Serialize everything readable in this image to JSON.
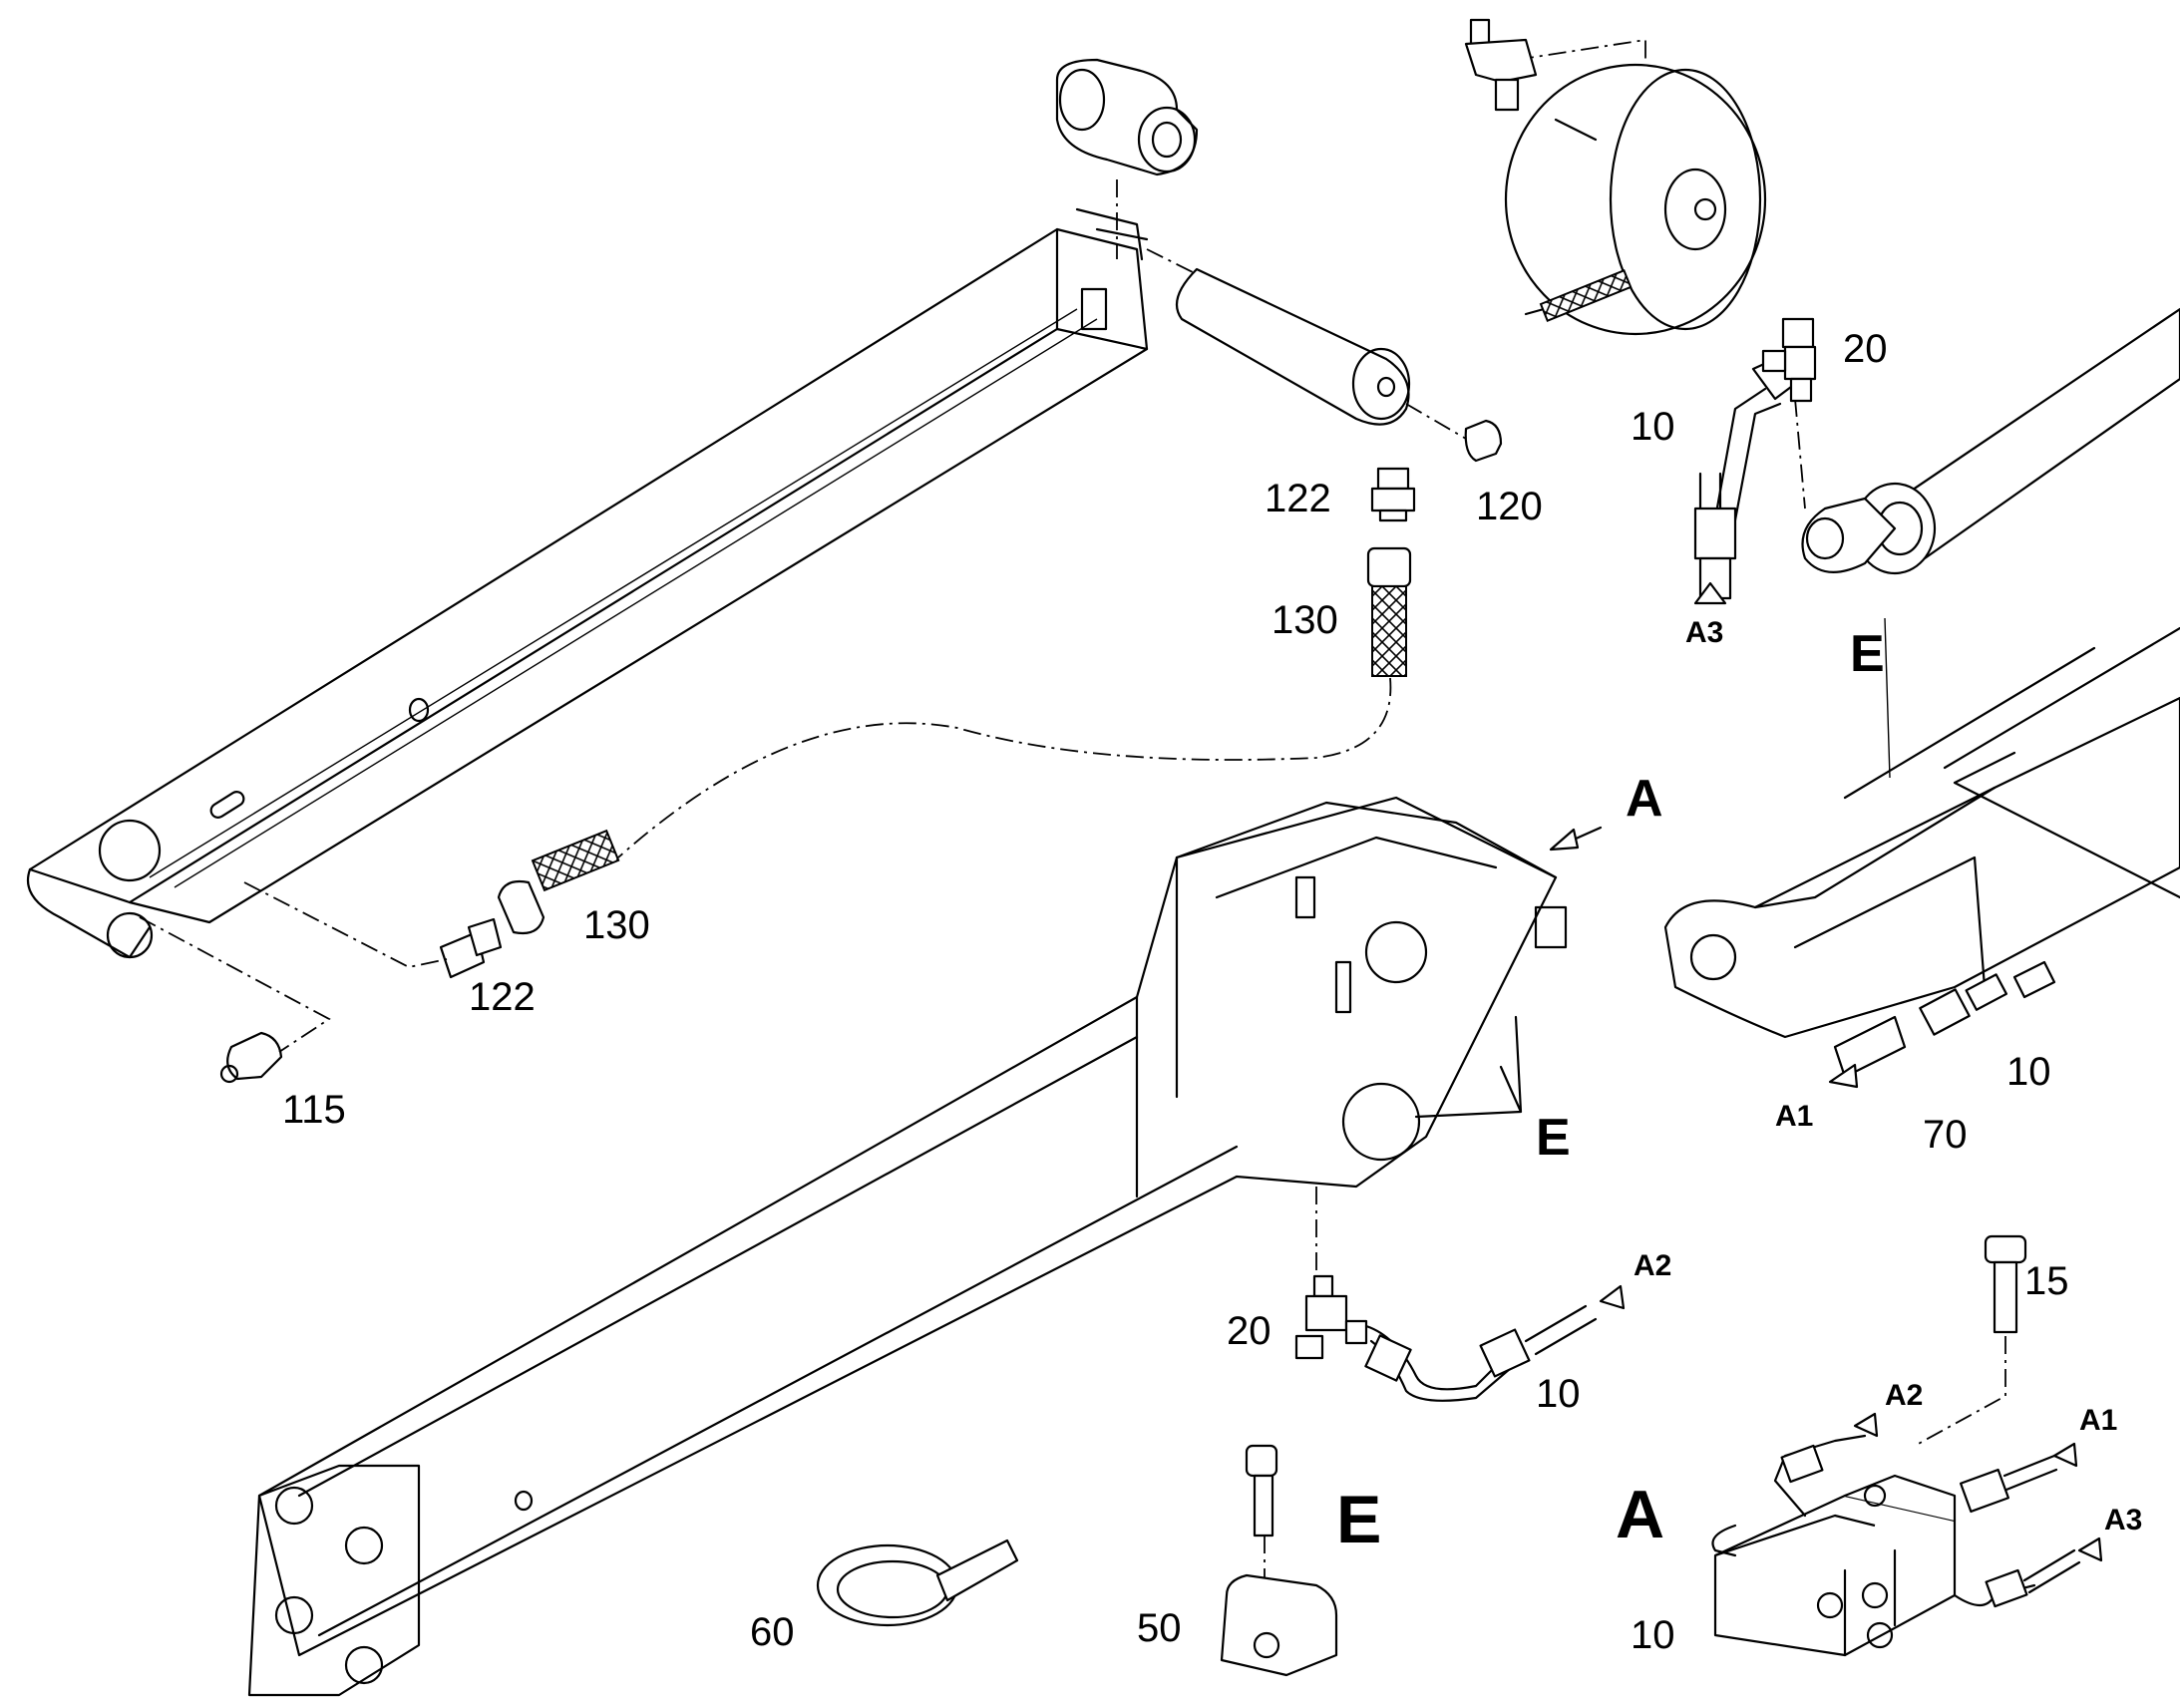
{
  "diagram": {
    "callouts": {
      "p10_top": "10",
      "p20_top": "20",
      "p122_top": "122",
      "p120": "120",
      "p130_top": "130",
      "p130_mid": "130",
      "p122_mid": "122",
      "p115": "115",
      "p10_right": "10",
      "p70": "70",
      "p15": "15",
      "p20_mid": "20",
      "p10_mid": "10",
      "p60": "60",
      "p50": "50",
      "p10_bottom": "10"
    },
    "views": {
      "A_arrow": "A",
      "E_top": "E",
      "E_main": "E",
      "E_detail": "E",
      "A_detail": "A"
    },
    "ports": {
      "A3_top": "A3",
      "A1_right": "A1",
      "A2_mid": "A2",
      "A2_block": "A2",
      "A1_block": "A1",
      "A3_block": "A3"
    }
  }
}
